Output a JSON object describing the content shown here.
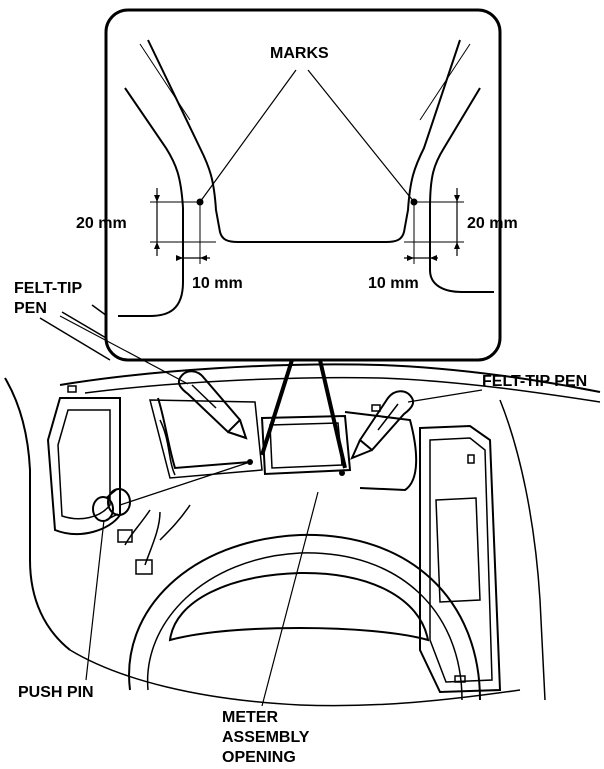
{
  "labels": {
    "marks": "MARKS",
    "dim_20_left": "20 mm",
    "dim_20_right": "20 mm",
    "dim_10_left": "10 mm",
    "dim_10_right": "10 mm",
    "felt_tip_pen_left_line1": "FELT-TIP",
    "felt_tip_pen_left_line2": "PEN",
    "felt_tip_pen_right": "FELT-TIP PEN",
    "push_pin": "PUSH PIN",
    "meter_line1": "METER",
    "meter_line2": "ASSEMBLY",
    "meter_line3": "OPENING"
  }
}
